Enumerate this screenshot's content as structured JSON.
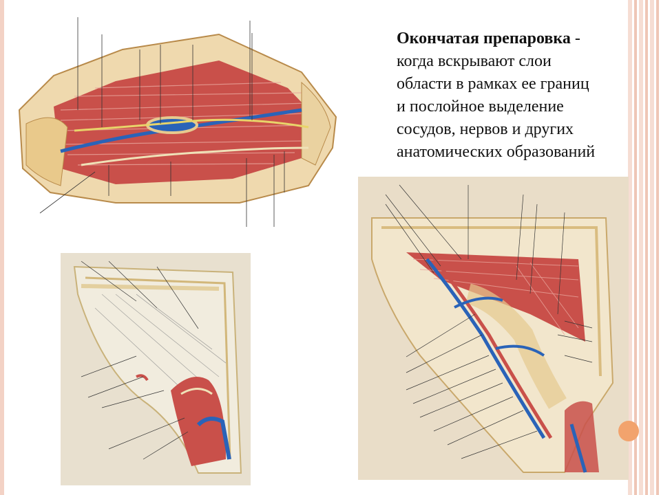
{
  "slide": {
    "heading_term": "Окончатая препаровка",
    "heading_dash": " -",
    "lines": [
      "когда вскрывают слои",
      "области в рамках ее границ",
      "и послойное выделение",
      "сосудов, нервов и других",
      "анатомических образований"
    ]
  },
  "colors": {
    "border_accent": "#efc6b6",
    "dot": "#f2a36d",
    "muscle": "#c9504a",
    "vein": "#2a63b8",
    "fascia": "#e6c98f"
  },
  "figures": [
    {
      "name": "arm-dissection-illustration"
    },
    {
      "name": "abdominal-wall-superficial-illustration"
    },
    {
      "name": "abdominal-wall-deep-illustration"
    }
  ]
}
